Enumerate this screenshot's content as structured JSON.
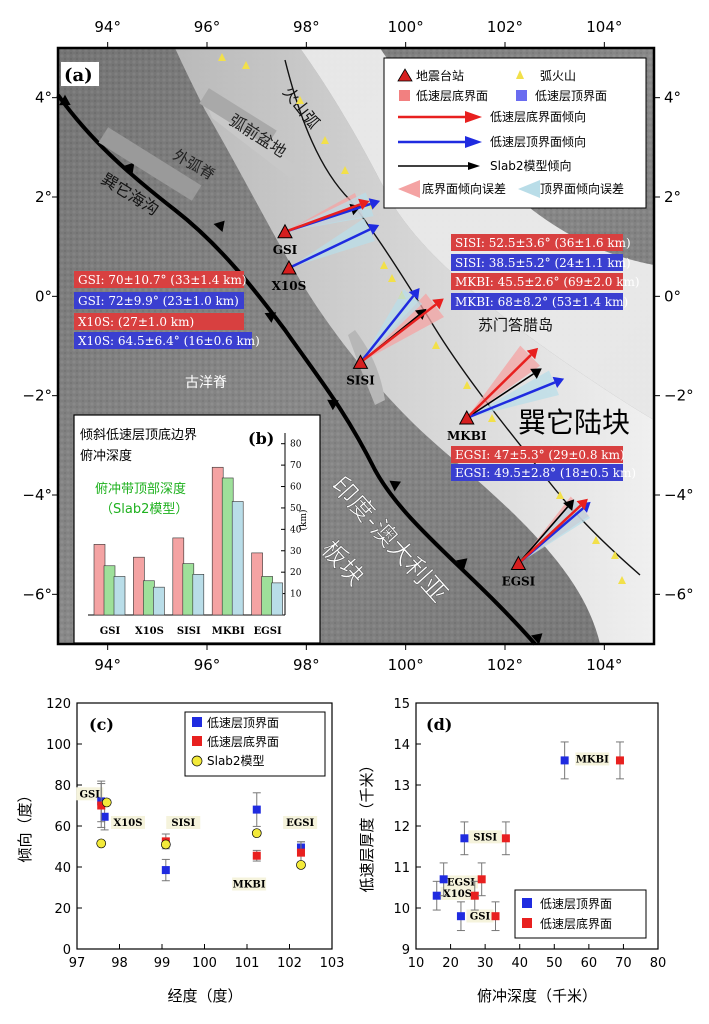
{
  "panel_a": {
    "label": "(a)",
    "lon_ticks": [
      94,
      96,
      98,
      100,
      102,
      104
    ],
    "lat_ticks": [
      4,
      2,
      0,
      -2,
      -4,
      -6
    ],
    "lon_tick_labels": [
      "94°",
      "96°",
      "98°",
      "100°",
      "102°",
      "104°"
    ],
    "lat_tick_labels": [
      "4°",
      "2°",
      "0°",
      "−2°",
      "−4°",
      "−6°"
    ],
    "lon_range": [
      93,
      105
    ],
    "lat_range": [
      -7,
      5
    ],
    "map_labels": {
      "volcanic_arc": "火山弧",
      "forearc_basin": "弧前盆地",
      "outer_arc": "外弧脊",
      "trench": "巽它海沟",
      "ridge": "古洋脊",
      "island": "苏门答腊岛",
      "sunda": "巽它陆块",
      "plate": "印度-澳大利亚板块"
    },
    "legend": {
      "station": "地震台站",
      "volcano": "弧火山",
      "bottom_iface": "低速层底界面",
      "top_iface": "低速层顶界面",
      "bottom_dir": "低速层底界面倾向",
      "top_dir": "低速层顶界面倾向",
      "slab2_dir": "Slab2模型倾向",
      "bottom_err": "底界面倾向误差",
      "top_err": "顶界面倾向误差"
    },
    "stations": [
      {
        "name": "GSI",
        "lon": 97.57,
        "lat": 1.3
      },
      {
        "name": "X10S",
        "lon": 97.65,
        "lat": 0.57
      },
      {
        "name": "SISI",
        "lon": 99.09,
        "lat": -1.33
      },
      {
        "name": "MKBI",
        "lon": 101.23,
        "lat": -2.45
      },
      {
        "name": "EGSI",
        "lon": 102.27,
        "lat": -5.38
      }
    ],
    "station_notes": {
      "gsi_bottom": "GSI: 70±10.7° (33±1.4 km)",
      "gsi_top": "GSI: 72±9.9° (23±1.0 km)",
      "x10s_bottom": "X10S: (27±1.0 km)",
      "x10s_top": "X10S: 64.5±6.4° (16±0.6 km)",
      "sisi_bottom": "SISI: 52.5±3.6° (36±1.6 km)",
      "sisi_top": "SISI: 38.5±5.2° (24±1.1 km)",
      "mkbi_bottom": "MKBI: 45.5±2.6° (69±2.0 km)",
      "mkbi_top": "MKBI: 68±8.2° (53±1.4 km)",
      "egsi_bottom": "EGSI: 47±5.3° (29±0.8 km)",
      "egsi_top": "EGSI: 49.5±2.8° (18±0.5 km)"
    },
    "colors": {
      "bottom": "#e8201f",
      "top": "#1f2be0",
      "slab2": "#000000",
      "station": "#d61f1f",
      "volcano": "#f2e04a"
    }
  },
  "chart_data": [
    {
      "type": "bar",
      "panel": "(b)",
      "title": "倾斜低速层顶底边界俯冲深度",
      "annotation": "俯冲带顶部深度（Slab2模型）",
      "ylabel": "(km)",
      "ylim": [
        0,
        85
      ],
      "yticks": [
        10,
        20,
        30,
        40,
        50,
        60,
        70,
        80
      ],
      "categories": [
        "GSI",
        "X10S",
        "SISI",
        "MKBI",
        "EGSI"
      ],
      "series": [
        {
          "color": "#f4a3a3",
          "values": [
            33,
            27,
            36,
            69,
            29
          ]
        },
        {
          "color": "#9ee09a",
          "values": [
            23,
            16,
            24,
            64,
            18
          ]
        },
        {
          "color": "#b9dde8",
          "values": [
            18,
            13,
            19,
            53,
            15
          ]
        }
      ]
    },
    {
      "type": "scatter",
      "panel": "(c)",
      "xlabel": "经度（度）",
      "ylabel": "倾向（度）",
      "xlim": [
        97,
        103
      ],
      "ylim": [
        0,
        120
      ],
      "xticks": [
        97,
        98,
        99,
        100,
        101,
        102,
        103
      ],
      "yticks": [
        0,
        20,
        40,
        60,
        80,
        100,
        120
      ],
      "series": [
        {
          "name": "低速层顶界面",
          "color": "#1f2be0",
          "marker": "square",
          "points": [
            [
              97.57,
              72,
              9.9
            ],
            [
              97.65,
              64.5,
              6.4
            ],
            [
              99.09,
              38.5,
              5.2
            ],
            [
              101.23,
              68,
              8.2
            ],
            [
              102.27,
              49.5,
              2.8
            ]
          ]
        },
        {
          "name": "低速层底界面",
          "color": "#e8201f",
          "marker": "square",
          "points": [
            [
              97.57,
              70,
              10.7
            ],
            [
              99.09,
              52.5,
              3.6
            ],
            [
              101.23,
              45.5,
              2.6
            ],
            [
              102.27,
              47,
              5.3
            ]
          ]
        },
        {
          "name": "Slab2模型",
          "color": "#f3ea3a",
          "marker": "circle",
          "points": [
            [
              97.57,
              51.5
            ],
            [
              97.7,
              71.5
            ],
            [
              99.09,
              51
            ],
            [
              101.23,
              56.5
            ],
            [
              102.27,
              41
            ]
          ]
        }
      ],
      "point_labels": [
        {
          "text": "GSI",
          "x": 97.3,
          "y": 74
        },
        {
          "text": "X10S",
          "x": 98.2,
          "y": 60
        },
        {
          "text": "SISI",
          "x": 99.5,
          "y": 60
        },
        {
          "text": "MKBI",
          "x": 101.05,
          "y": 30
        },
        {
          "text": "EGSI",
          "x": 102.25,
          "y": 60
        }
      ]
    },
    {
      "type": "scatter",
      "panel": "(d)",
      "xlabel": "俯冲深度（千米）",
      "ylabel": "低速层厚度（千米）",
      "xlim": [
        10,
        80
      ],
      "ylim": [
        9,
        15
      ],
      "xticks": [
        10,
        20,
        30,
        40,
        50,
        60,
        70,
        80
      ],
      "yticks": [
        9,
        10,
        11,
        12,
        13,
        14,
        15
      ],
      "series": [
        {
          "name": "低速层顶界面",
          "color": "#1f2be0",
          "marker": "square",
          "points": [
            [
              23,
              9.8,
              0.35
            ],
            [
              16,
              10.3,
              0.35
            ],
            [
              18,
              10.7,
              0.4
            ],
            [
              24,
              11.7,
              0.4
            ],
            [
              53,
              13.6,
              0.45
            ]
          ]
        },
        {
          "name": "低速层底界面",
          "color": "#e8201f",
          "marker": "square",
          "points": [
            [
              33,
              9.8,
              0.35
            ],
            [
              27,
              10.3,
              0.35
            ],
            [
              29,
              10.7,
              0.4
            ],
            [
              36,
              11.7,
              0.4
            ],
            [
              69,
              13.6,
              0.45
            ]
          ]
        }
      ],
      "point_labels": [
        {
          "text": "GSI",
          "x": 28.5,
          "y": 9.72
        },
        {
          "text": "X10S",
          "x": 22.0,
          "y": 10.27
        },
        {
          "text": "EGSI",
          "x": 23.0,
          "y": 10.55
        },
        {
          "text": "SISI",
          "x": 30.0,
          "y": 11.65
        },
        {
          "text": "MKBI",
          "x": 61.0,
          "y": 13.55
        }
      ]
    }
  ]
}
